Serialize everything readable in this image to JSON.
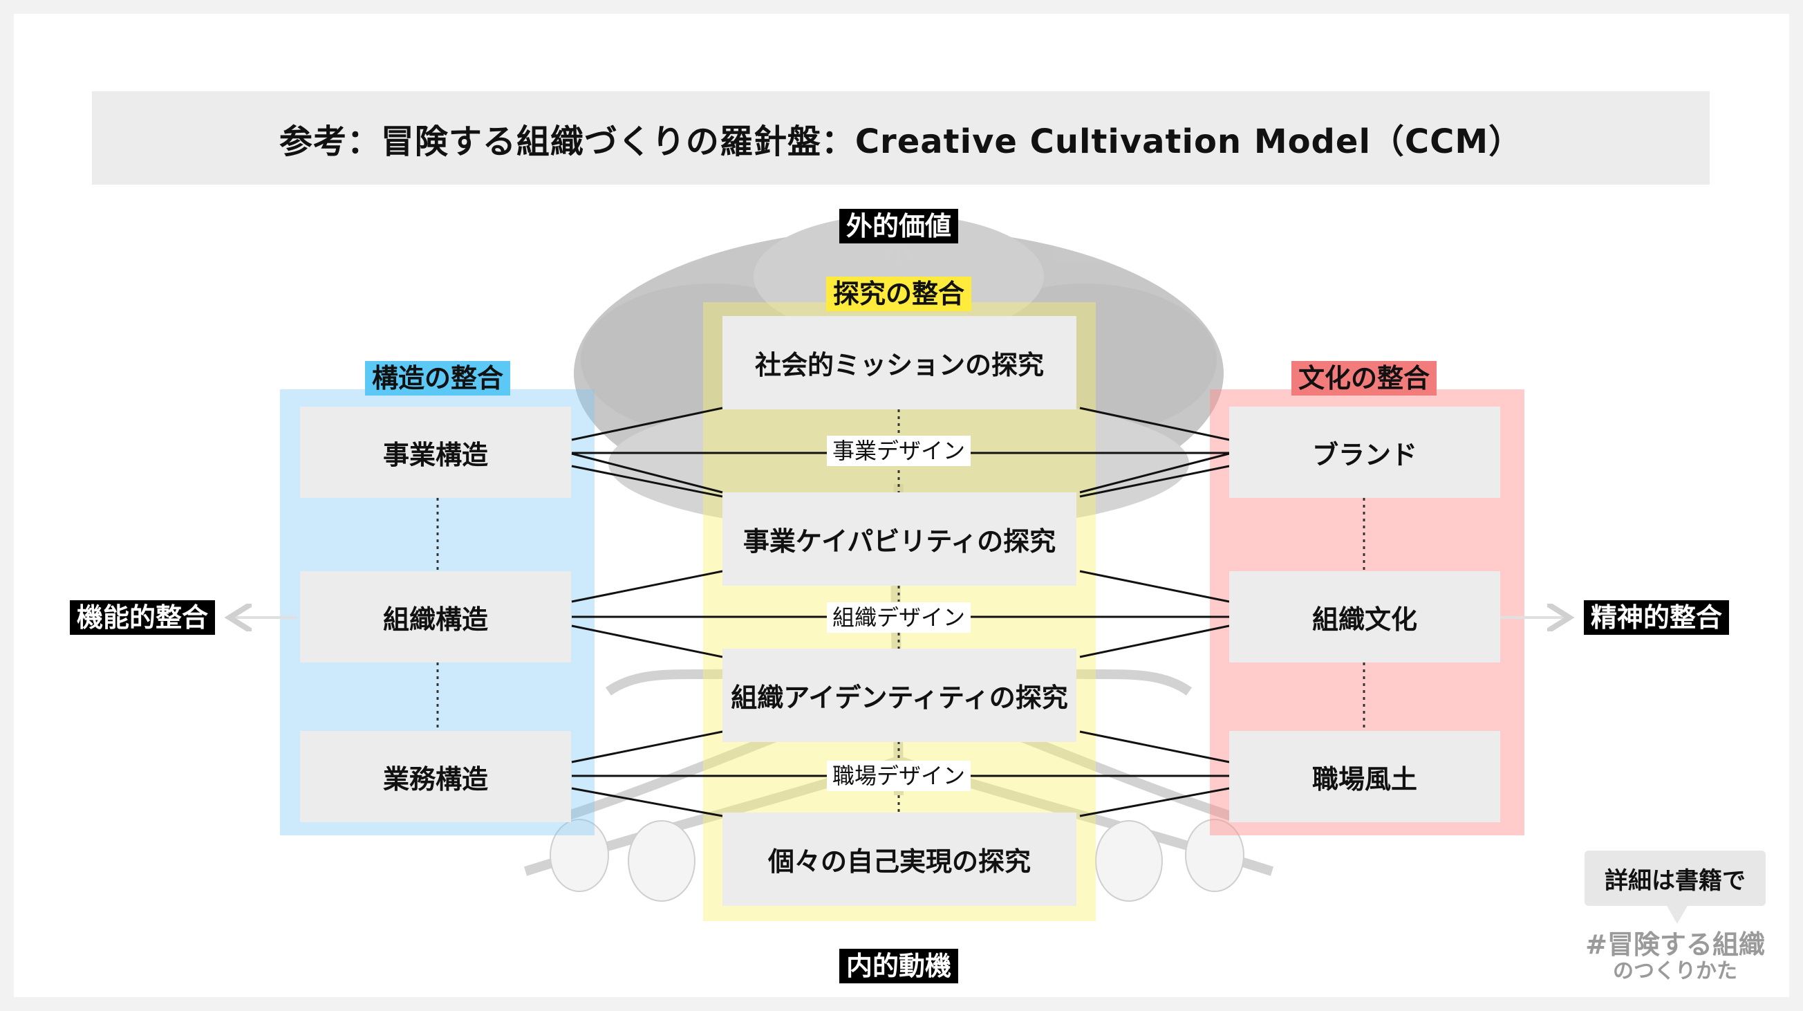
{
  "title": "参考：冒険する組織づくりの羅針盤：Creative Cultivation Model（CCM）",
  "axis": {
    "top": "外的価値",
    "bottom": "内的動機",
    "left": "機能的整合",
    "right": "精神的整合"
  },
  "groups": {
    "structure": "構造の整合",
    "inquiry": "探究の整合",
    "culture": "文化の整合"
  },
  "structure_boxes": [
    "事業構造",
    "組織構造",
    "業務構造"
  ],
  "inquiry_boxes": [
    "社会的ミッションの探究",
    "事業ケイパビリティの探究",
    "組織アイデンティティの探究",
    "個々の自己実現の探究"
  ],
  "culture_boxes": [
    "ブランド",
    "組織文化",
    "職場風土"
  ],
  "design_labels": [
    "事業デザイン",
    "組織デザイン",
    "職場デザイン"
  ],
  "callout": "詳細は書籍で",
  "hashtag": {
    "line1": "#冒険する組織",
    "line2": "のつくりかた"
  },
  "colors": {
    "structure": "#5bc8f5",
    "inquiry": "#ffeb3b",
    "culture": "#f27c7c",
    "box": "#ececec"
  }
}
